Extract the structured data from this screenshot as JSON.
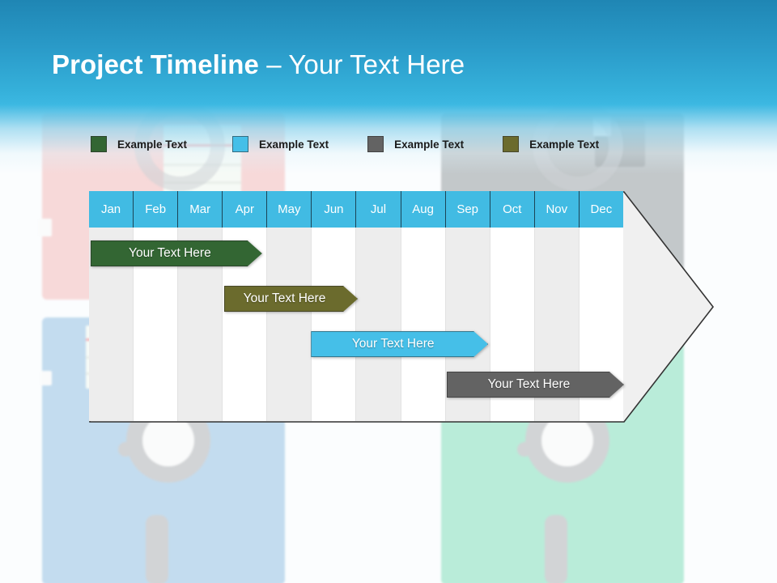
{
  "header": {
    "title_strong": "Project Timeline",
    "title_separator": " – ",
    "title_light": "Your Text Here",
    "gradient_top": "#1f86b4",
    "gradient_mid": "#3cb8e2"
  },
  "legend": {
    "items": [
      {
        "label": "Example Text",
        "color": "#336633",
        "swatch_name": "legend-swatch-green"
      },
      {
        "label": "Example Text",
        "color": "#45bfe8",
        "swatch_name": "legend-swatch-blue"
      },
      {
        "label": "Example Text",
        "color": "#636363",
        "swatch_name": "legend-swatch-gray"
      },
      {
        "label": "Example Text",
        "color": "#6b6b2d",
        "swatch_name": "legend-swatch-olive"
      }
    ]
  },
  "chart_data": {
    "type": "bar",
    "title": "Project Timeline – Your Text Here",
    "subtype": "gantt",
    "categories": [
      "Jan",
      "Feb",
      "Mar",
      "Apr",
      "May",
      "Jun",
      "Jul",
      "Aug",
      "Sep",
      "Oct",
      "Nov",
      "Dec"
    ],
    "xlabel": "",
    "ylabel": "",
    "grid": true,
    "legend_position": "top",
    "series": [
      {
        "name": "Example Text",
        "label": "Your  Text Here",
        "color": "#336633",
        "text_color": "#ffffff",
        "start_month": "Jan",
        "end_month": "Apr",
        "start_index": 0,
        "span": 3.85,
        "row": 0
      },
      {
        "name": "Example Text",
        "label": "Your  Text Here",
        "color": "#6b6b2d",
        "text_color": "#ffffff",
        "start_month": "Apr",
        "end_month": "Jul",
        "start_index": 3,
        "span": 3.0,
        "row": 1
      },
      {
        "name": "Example Text",
        "label": "Your  Text Here",
        "color": "#45bfe8",
        "text_color": "#ffffff",
        "start_month": "Jun",
        "end_month": "Oct",
        "start_index": 4.95,
        "span": 3.98,
        "row": 2
      },
      {
        "name": "Example Text",
        "label": "Your  Text Here",
        "color": "#636363",
        "text_color": "#ffffff",
        "start_month": "Sep",
        "end_month": "Dec",
        "start_index": 8.0,
        "span": 3.98,
        "row": 3
      }
    ]
  },
  "months": [
    {
      "label": "Jan"
    },
    {
      "label": "Feb"
    },
    {
      "label": "Mar"
    },
    {
      "label": "Apr"
    },
    {
      "label": "May"
    },
    {
      "label": "Jun"
    },
    {
      "label": "Jul"
    },
    {
      "label": "Aug"
    },
    {
      "label": "Sep"
    },
    {
      "label": "Oct"
    },
    {
      "label": "Nov"
    },
    {
      "label": "Dec"
    }
  ],
  "colors": {
    "month_header": "#41bbe3",
    "stripe_light": "#ededed",
    "stripe_white": "#ffffff",
    "arrow_fill": "#f0f0f0",
    "arrow_stroke": "#333333"
  }
}
